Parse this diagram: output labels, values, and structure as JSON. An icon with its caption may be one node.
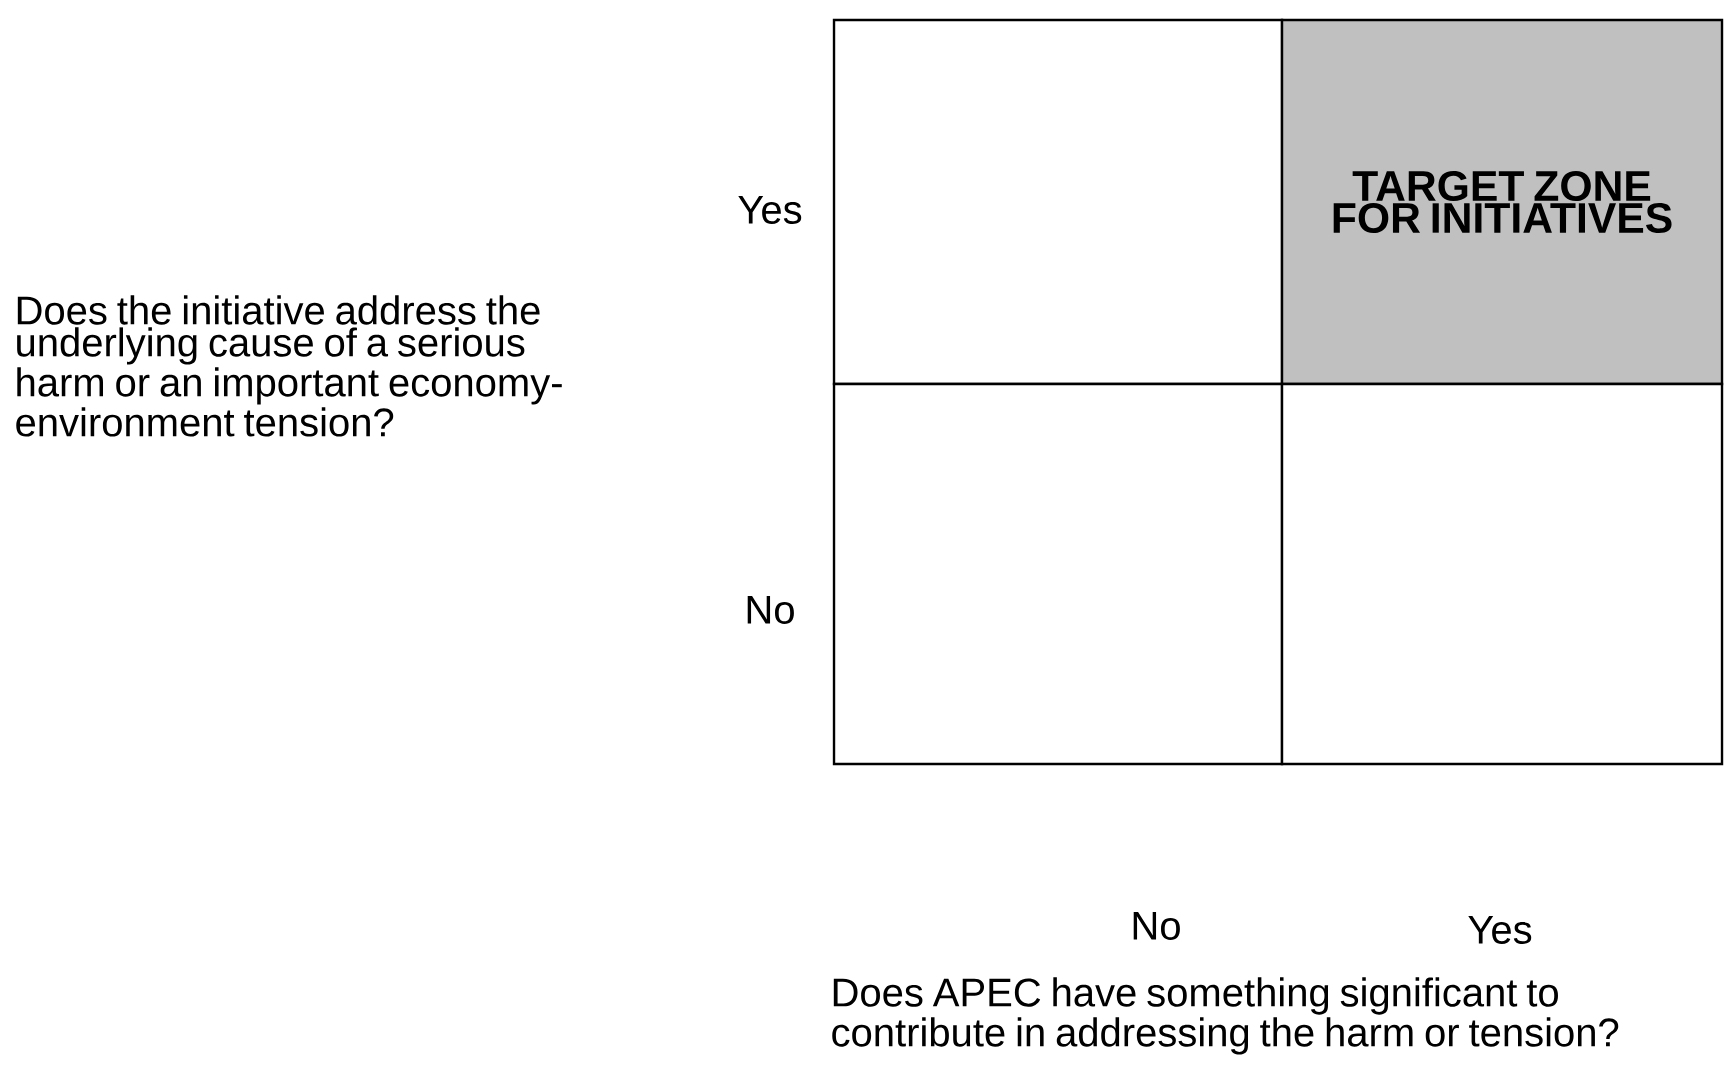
{
  "diagram": {
    "nodes": [
      {
        "text": [],
        "shape": "box"
      },
      {
        "text": [
          "TARGET ZONE FOR INITIATIVES"
        ]
      },
      {
        "text": [],
        "shape": "box"
      },
      {
        "text": [],
        "shape": "box"
      }
    ],
    "labels": [
      "Yes",
      "Does the initiative address the underlying cause of a serious harm or an important economy-environment tension?",
      "No",
      "No",
      "Yes",
      "Does APEC have something significant to contribute in addressing the harm or tension?"
    ]
  }
}
